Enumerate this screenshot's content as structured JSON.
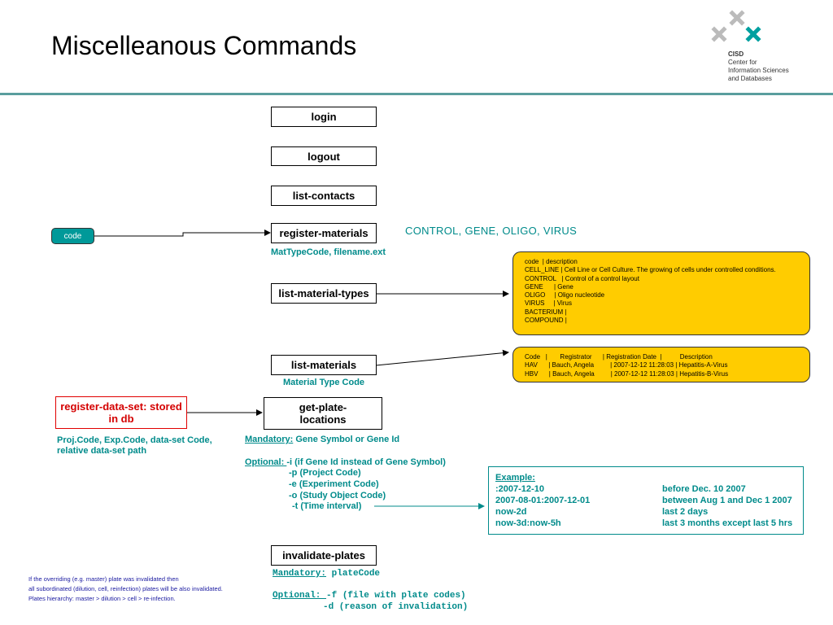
{
  "slide": {
    "title": "Miscelleanous Commands"
  },
  "logo": {
    "abbr": "CISD",
    "line1": "Center for",
    "line2": "Information Sciences",
    "line3": "and Databases"
  },
  "commands": {
    "login": "login",
    "logout": "logout",
    "list_contacts": "list-contacts",
    "register_materials": "register-materials",
    "list_material_types": "list-material-types",
    "list_materials": "list-materials",
    "get_plate_locations": "get-plate-locations",
    "invalidate_plates": "invalidate-plates"
  },
  "annotations": {
    "code_box": "code",
    "material_types_list": "CONTROL, GENE, OLIGO, VIRUS",
    "register_materials_args": "MatTypeCode, filename.ext",
    "list_materials_args": "Material Type Code",
    "register_data_set": "register-data-set: stored in db",
    "register_data_set_args_1": "Proj.Code, Exp.Code, data-set Code,",
    "register_data_set_args_2": "relative data-set path"
  },
  "material_types_table": [
    "code  | description",
    "CELL_LINE | Cell Line or Cell Culture. The growing of cells under controlled conditions.",
    "CONTROL   | Control of a control layout",
    "GENE      | Gene",
    "OLIGO     | Oligo nucleotide",
    "VIRUS     | Virus",
    "BACTERIUM |",
    "COMPOUND |"
  ],
  "materials_table": [
    "Code   |       Registrator      | Registration Date  |          Description",
    "HAV      | Bauch, Angela         | 2007-12-12 11:28:03 | Hepatitis-A-Virus",
    "HBV      | Bauch, Angela         | 2007-12-12 11:28:03 | Hepatitis-B-Virus"
  ],
  "get_plate_locations_help": {
    "mandatory_label": "Mandatory:",
    "mandatory_value": " Gene Symbol or Gene Id",
    "optional_label": "Optional: ",
    "opt_i": "-i  (if Gene Id instead of Gene Symbol)",
    "opt_p": "-p (Project Code)",
    "opt_e": "-e (Experiment Code)",
    "opt_o": "-o (Study Object Code)",
    "opt_t": "-t  (Time interval)"
  },
  "example": {
    "label": "Example:",
    "rows": [
      {
        "value": ":2007-12-10",
        "meaning": "before Dec. 10 2007"
      },
      {
        "value": "2007-08-01:2007-12-01",
        "meaning": "between Aug 1 and Dec 1 2007"
      },
      {
        "value": "now-2d",
        "meaning": "last 2 days"
      },
      {
        "value": "now-3d:now-5h",
        "meaning": "last 3 months except last 5 hrs"
      }
    ]
  },
  "invalidate_plates_help": {
    "mandatory_label": "Mandatory:",
    "mandatory_value": " plateCode",
    "optional_label": "Optional: ",
    "opt_f": "-f  (file with plate codes)",
    "opt_d": "-d (reason of invalidation)"
  },
  "footnote": {
    "line1": "If the overriding (e.g. master) plate was invalidated then",
    "line2": "all subordinated (dilution, cell, reinfection) plates will be also invalidated.",
    "line3": "Plates hierarchy: master > dilution > cell > re-infection."
  },
  "colors": {
    "teal": "#008b8b",
    "rule": "#5a9e9e",
    "yellow_box": "#ffcc00",
    "red": "#d40000",
    "code_box": "#009999"
  }
}
